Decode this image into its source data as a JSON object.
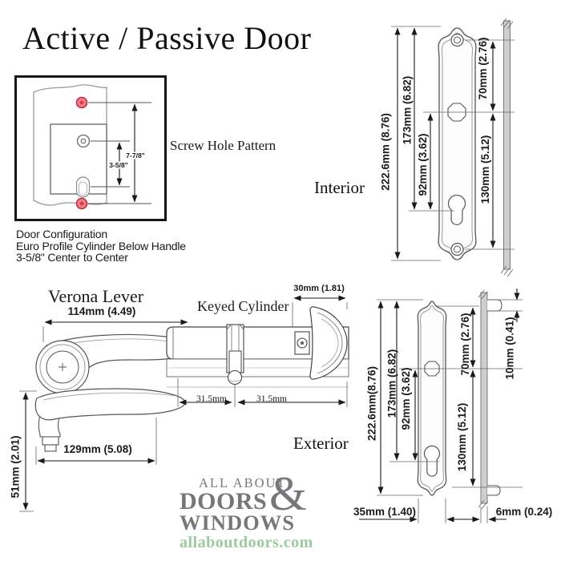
{
  "title": "Active / Passive Door",
  "screw_pattern": {
    "caption": "Screw Hole Pattern",
    "outer_dim": "7-7/8\"",
    "inner_dim": "3-5/8\""
  },
  "door_config": {
    "line1": "Door Configuration",
    "line2": "Euro Profile Cylinder Below Handle",
    "line3": "3-5/8\" Center to Center"
  },
  "interior": {
    "label": "Interior",
    "overall": "222.6mm (8.76)",
    "top_to_cylinder": "173mm (6.82)",
    "spindle_to_cylinder": "92mm (3.62)",
    "screw_to_spindle": "70mm (2.76)",
    "spindle_to_screw": "130mm (5.12)"
  },
  "lever": {
    "label": "Verona Lever",
    "length_top": "114mm (4.49)",
    "length_side": "129mm (5.08)",
    "height": "51mm (2.01)"
  },
  "cylinder": {
    "label": "Keyed Cylinder",
    "thumbturn_width": "30mm (1.81)",
    "left_half": "31.5mm",
    "right_half": "31.5mm"
  },
  "exterior": {
    "label": "Exterior",
    "overall": "222.6mm(8.76)",
    "top_to_cylinder": "173mm (6.82)",
    "spindle_to_cylinder": "92mm (3.62)",
    "screw_to_spindle": "70mm (2.76)",
    "spindle_to_screw": "130mm (5.12)",
    "boss_depth": "10mm (0.41)",
    "plate_width": "35mm (1.40)",
    "plate_thickness": "6mm (0.24)"
  },
  "logo": {
    "top": "ALL ABOUT",
    "ampersand": "&",
    "middle": "DOORS",
    "bottom": "WINDOWS",
    "url": "allaboutdoors.com"
  },
  "colors": {
    "screw_red": "#ef8089",
    "screw_red_ring": "#c03040",
    "logo_gray": "#76777a",
    "logo_green": "#9bca9b",
    "line": "#1a1a1a"
  }
}
